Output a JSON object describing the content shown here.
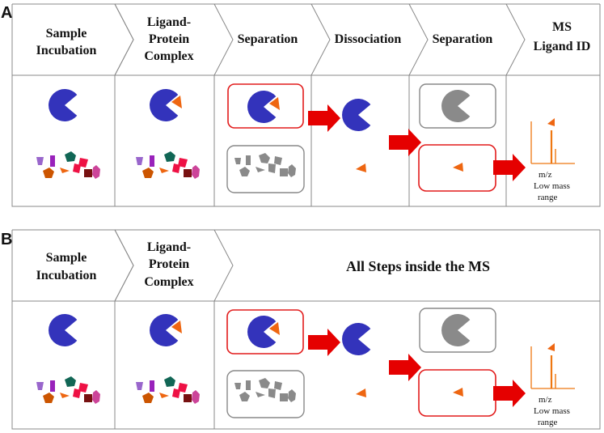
{
  "colors": {
    "protein": "#3333bb",
    "ligand": "#ee6611",
    "inactive": "#8a8a8a",
    "box_red": "#e21b1b",
    "arrow": "#e50000",
    "spectrum": "#ee7711",
    "border": "#888888"
  },
  "panel_a": {
    "letter": "A",
    "steps": [
      {
        "line1": "Sample",
        "line2": "Incubation"
      },
      {
        "line1": "Ligand-",
        "line2": "Protein",
        "line3": "Complex"
      },
      {
        "line1": "Separation"
      },
      {
        "line1": "Dissociation"
      },
      {
        "line1": "Separation"
      },
      {
        "line1": "MS",
        "line2": "Ligand ID"
      }
    ],
    "spectrum": {
      "x_label": "m/z",
      "note_line1": "Low mass",
      "note_line2": "range"
    }
  },
  "panel_b": {
    "letter": "B",
    "steps": [
      {
        "line1": "Sample",
        "line2": "Incubation"
      },
      {
        "line1": "Ligand-",
        "line2": "Protein",
        "line3": "Complex"
      }
    ],
    "merged_label": "All Steps inside the MS",
    "spectrum": {
      "x_label": "m/z",
      "note_line1": "Low mass",
      "note_line2": "range"
    }
  },
  "icons": [
    "pacman-protein-icon",
    "protein-ligand-complex-icon",
    "ligand-triangle-icon",
    "small-molecule-mixture-icon",
    "red-arrow-icon",
    "mass-spectrum-icon"
  ]
}
